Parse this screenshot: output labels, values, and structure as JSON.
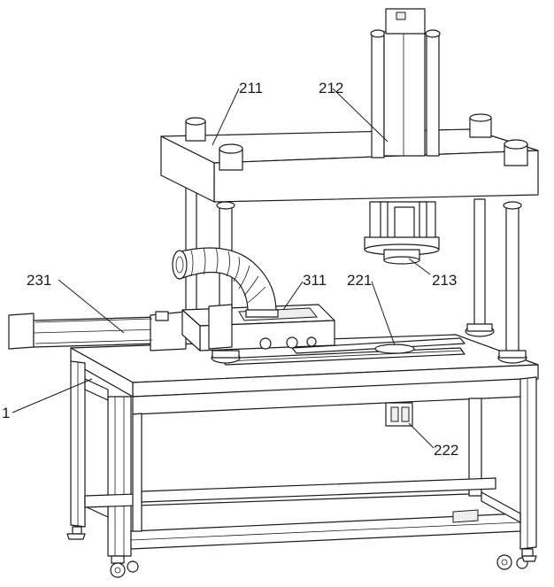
{
  "labels": {
    "l211": "211",
    "l212": "212",
    "l213": "213",
    "l231": "231",
    "l311": "311",
    "l221": "221",
    "l222": "222",
    "l1": "1"
  }
}
